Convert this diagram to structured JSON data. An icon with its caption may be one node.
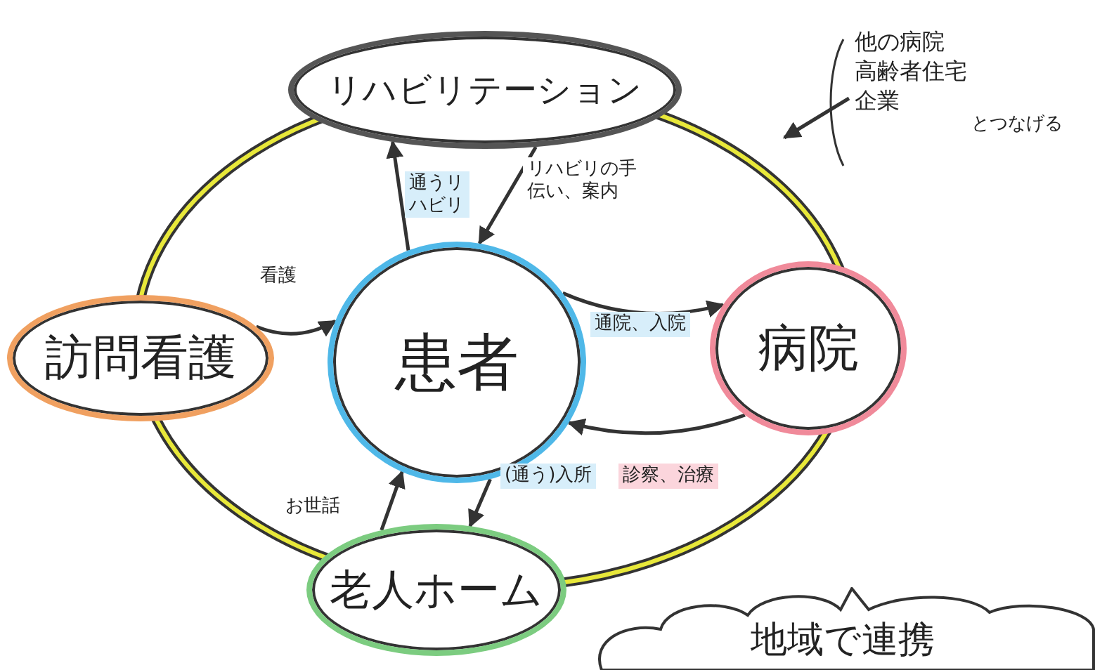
{
  "diagram": {
    "nodes": [
      {
        "text": [
          "リハビリテーション"
        ]
      },
      {
        "text": [
          "訪問看護"
        ]
      },
      {
        "text": [
          "患者"
        ]
      },
      {
        "text": [
          "病院"
        ]
      },
      {
        "text": [
          "老人ホーム"
        ]
      },
      {
        "text": [
          "地域で連携"
        ]
      },
      {
        "text": [
          "他の病院",
          "高齢者住宅",
          "企業"
        ],
        "beside": [
          "とつなげる"
        ]
      }
    ],
    "edges": [
      {
        "from": 2,
        "to": 0,
        "arrow": "to",
        "label": "通うリハビリ"
      },
      {
        "from": 0,
        "to": 2,
        "arrow": "to",
        "label": "リハビリの手伝い、案内"
      },
      {
        "from": 1,
        "to": 2,
        "arrow": "to",
        "label": "看護"
      },
      {
        "from": 2,
        "to": 3,
        "arrow": "to",
        "label": "通院、入院"
      },
      {
        "from": 3,
        "to": 2,
        "arrow": "to",
        "label": "診察、治療"
      },
      {
        "from": 4,
        "to": 2,
        "arrow": "to",
        "label": "お世話"
      },
      {
        "from": 2,
        "to": 4,
        "arrow": "to",
        "label": "(通う)入所"
      },
      {
        "from": 6,
        "to": null,
        "arrow": "to"
      }
    ]
  }
}
